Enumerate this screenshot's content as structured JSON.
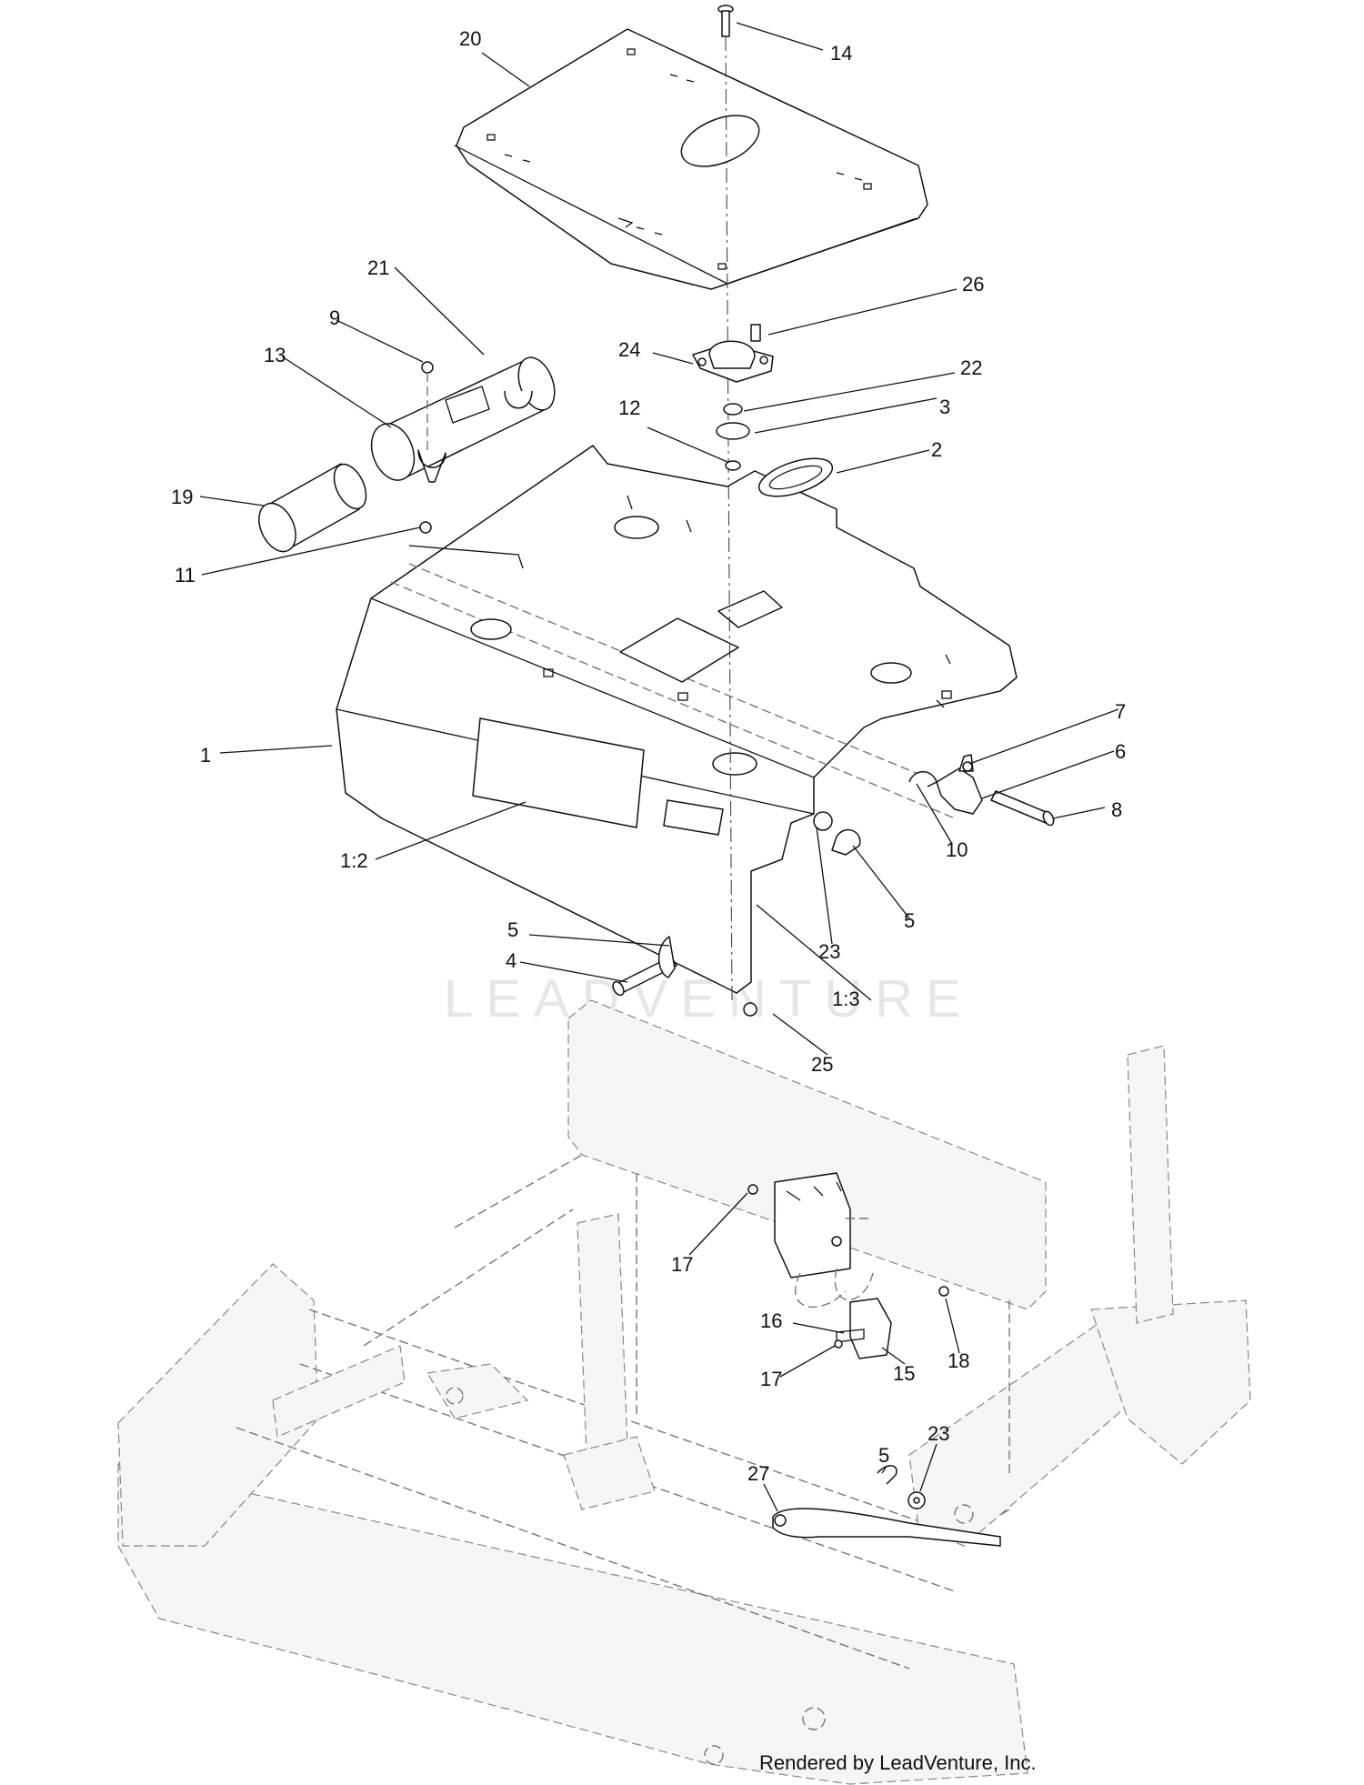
{
  "callouts": [
    {
      "id": "c20",
      "text": "20"
    },
    {
      "id": "c14",
      "text": "14"
    },
    {
      "id": "c26",
      "text": "26"
    },
    {
      "id": "c24",
      "text": "24"
    },
    {
      "id": "c22",
      "text": "22"
    },
    {
      "id": "c3",
      "text": "3"
    },
    {
      "id": "c12",
      "text": "12"
    },
    {
      "id": "c2",
      "text": "2"
    },
    {
      "id": "c21",
      "text": "21"
    },
    {
      "id": "c9",
      "text": "9"
    },
    {
      "id": "c13",
      "text": "13"
    },
    {
      "id": "c19",
      "text": "19"
    },
    {
      "id": "c11",
      "text": "11"
    },
    {
      "id": "c1",
      "text": "1"
    },
    {
      "id": "c7",
      "text": "7"
    },
    {
      "id": "c6",
      "text": "6"
    },
    {
      "id": "c8",
      "text": "8"
    },
    {
      "id": "c10",
      "text": "10"
    },
    {
      "id": "c1_2",
      "text": "1:2"
    },
    {
      "id": "c23a",
      "text": "23"
    },
    {
      "id": "c5a",
      "text": "5"
    },
    {
      "id": "c5b",
      "text": "5"
    },
    {
      "id": "c4",
      "text": "4"
    },
    {
      "id": "c1_3",
      "text": "1:3"
    },
    {
      "id": "c25",
      "text": "25"
    },
    {
      "id": "c17a",
      "text": "17"
    },
    {
      "id": "c16",
      "text": "16"
    },
    {
      "id": "c17b",
      "text": "17"
    },
    {
      "id": "c15",
      "text": "15"
    },
    {
      "id": "c18",
      "text": "18"
    },
    {
      "id": "c27",
      "text": "27"
    },
    {
      "id": "c5c",
      "text": "5"
    },
    {
      "id": "c23b",
      "text": "23"
    }
  ],
  "watermark": "LEADVENTURE",
  "credit": "Rendered by LeadVenture, Inc."
}
